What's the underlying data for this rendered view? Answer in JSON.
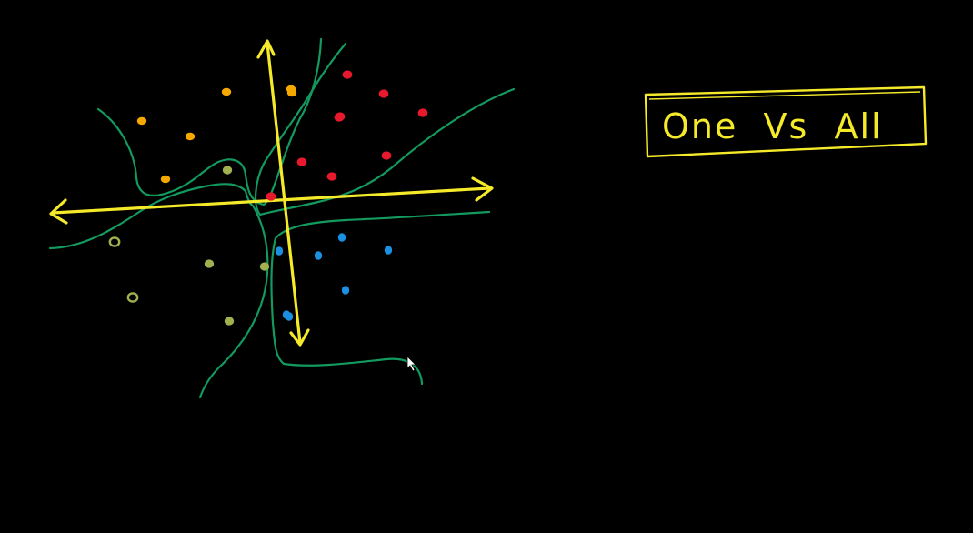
{
  "title": {
    "text": "One  Vs  All"
  },
  "colors": {
    "background": "#000000",
    "axis": "#f5ea2a",
    "boundary": "#139a5f",
    "class_orange": "#f5a800",
    "class_red": "#e8192c",
    "class_olive": "#a3b050",
    "class_blue": "#1b8fe0",
    "title_box": "#f5ea2a"
  },
  "clusters": [
    {
      "name": "orange",
      "color_key": "class_orange",
      "count": 6
    },
    {
      "name": "red",
      "color_key": "class_red",
      "count": 9
    },
    {
      "name": "olive",
      "color_key": "class_olive",
      "count": 6
    },
    {
      "name": "blue",
      "color_key": "class_blue",
      "count": 7
    }
  ],
  "icons": {
    "cursor": "mouse-pointer-icon"
  }
}
